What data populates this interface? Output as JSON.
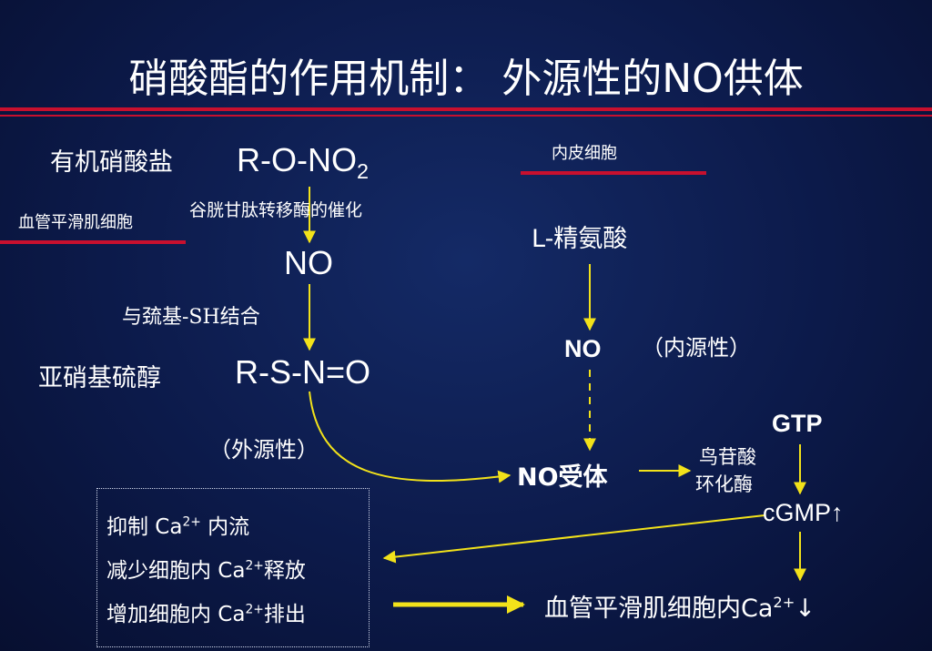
{
  "title": "硝酸酯的作用机制：  外源性的NO供体",
  "left": {
    "organic_nitrate_label": "有机硝酸盐",
    "formula_r_o_no2": "R-O-NO",
    "formula_sub": "2",
    "vsm_cell_label": "血管平滑肌细胞",
    "catalysis_label": "谷胱甘肽转移酶的催化",
    "no_label": "NO",
    "sh_binding_label": "与巯基-SH结合",
    "nitrosothiol_label": "亚硝基硫醇",
    "formula_rsno": "R-S-N=O",
    "exogenous_label": "（外源性）"
  },
  "right": {
    "endothelial_cell_label": "内皮细胞",
    "l_arginine_label": "L-精氨酸",
    "no_label": "NO",
    "endogenous_label": "（内源性）",
    "no_receptor_label": "NO受体",
    "guanylate_cyclase_line1": "鸟苷酸",
    "guanylate_cyclase_line2": "环化酶",
    "gtp_label": "GTP",
    "cgmp_label": "cGMP↑",
    "final_prefix": "血管平滑肌细胞内Ca",
    "final_sup": "2+",
    "final_arrow": "↓"
  },
  "effects_box": {
    "line1_a": "抑制 Ca",
    "line1_sup": "2+",
    "line1_b": " 内流",
    "line2_a": "减少细胞内 Ca",
    "line2_sup": "2+",
    "line2_b": "释放",
    "line3_a": "增加细胞内 Ca",
    "line3_sup": "2+",
    "line3_b": "排出"
  },
  "colors": {
    "accent_red": "#c8102e",
    "arrow_yellow": "#f2e21a",
    "background": "#0c1a4a"
  }
}
